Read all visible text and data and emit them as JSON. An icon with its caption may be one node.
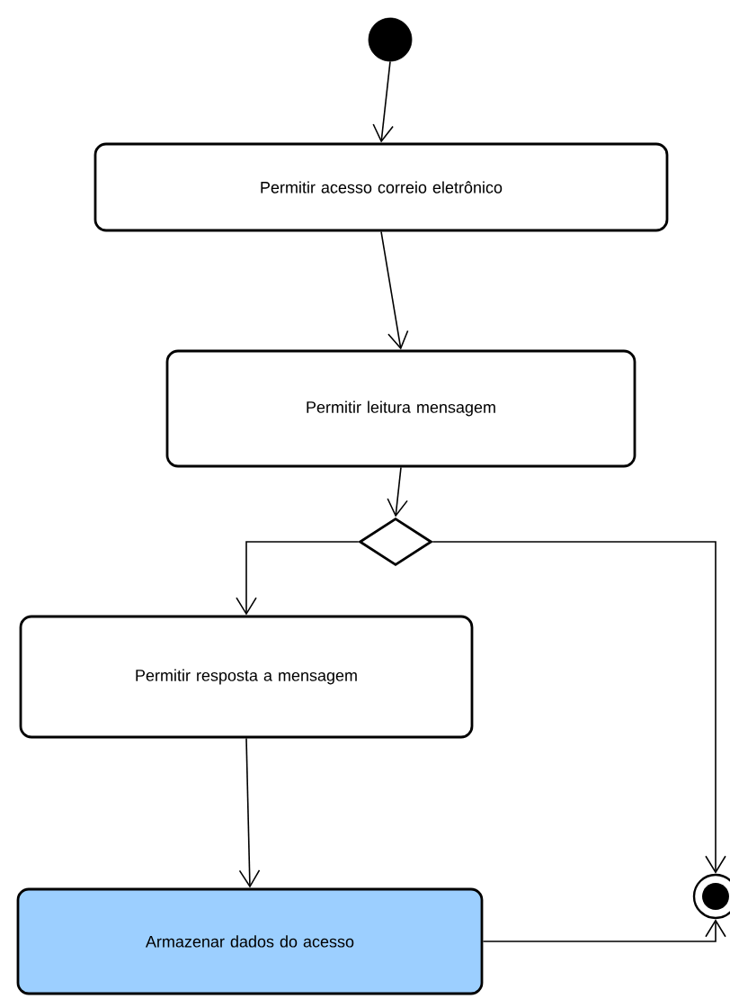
{
  "diagram": {
    "nodes": [
      {
        "text": [],
        "shape": "circle"
      },
      {
        "text": [
          "Permitir acesso correio eletrônico"
        ]
      },
      {
        "text": [
          "Permitir leitura mensagem"
        ]
      },
      {
        "text": [],
        "shape": "diamond"
      },
      {
        "text": [
          "Permitir resposta a mensagem"
        ]
      },
      {
        "text": [
          "Armazenar dados do acesso"
        ]
      },
      {
        "text": [],
        "shape": "bullseye"
      }
    ],
    "edges": [
      {
        "from": 0,
        "to": 1,
        "arrow": "to"
      },
      {
        "from": 1,
        "to": 2,
        "arrow": "to"
      },
      {
        "from": 2,
        "to": 3,
        "arrow": "to"
      },
      {
        "from": 3,
        "to": 4,
        "arrow": "to"
      },
      {
        "from": 4,
        "to": 5,
        "arrow": "to"
      },
      {
        "from": 3,
        "to": 6,
        "arrow": "to"
      },
      {
        "from": 5,
        "to": 6,
        "arrow": "to"
      }
    ]
  }
}
